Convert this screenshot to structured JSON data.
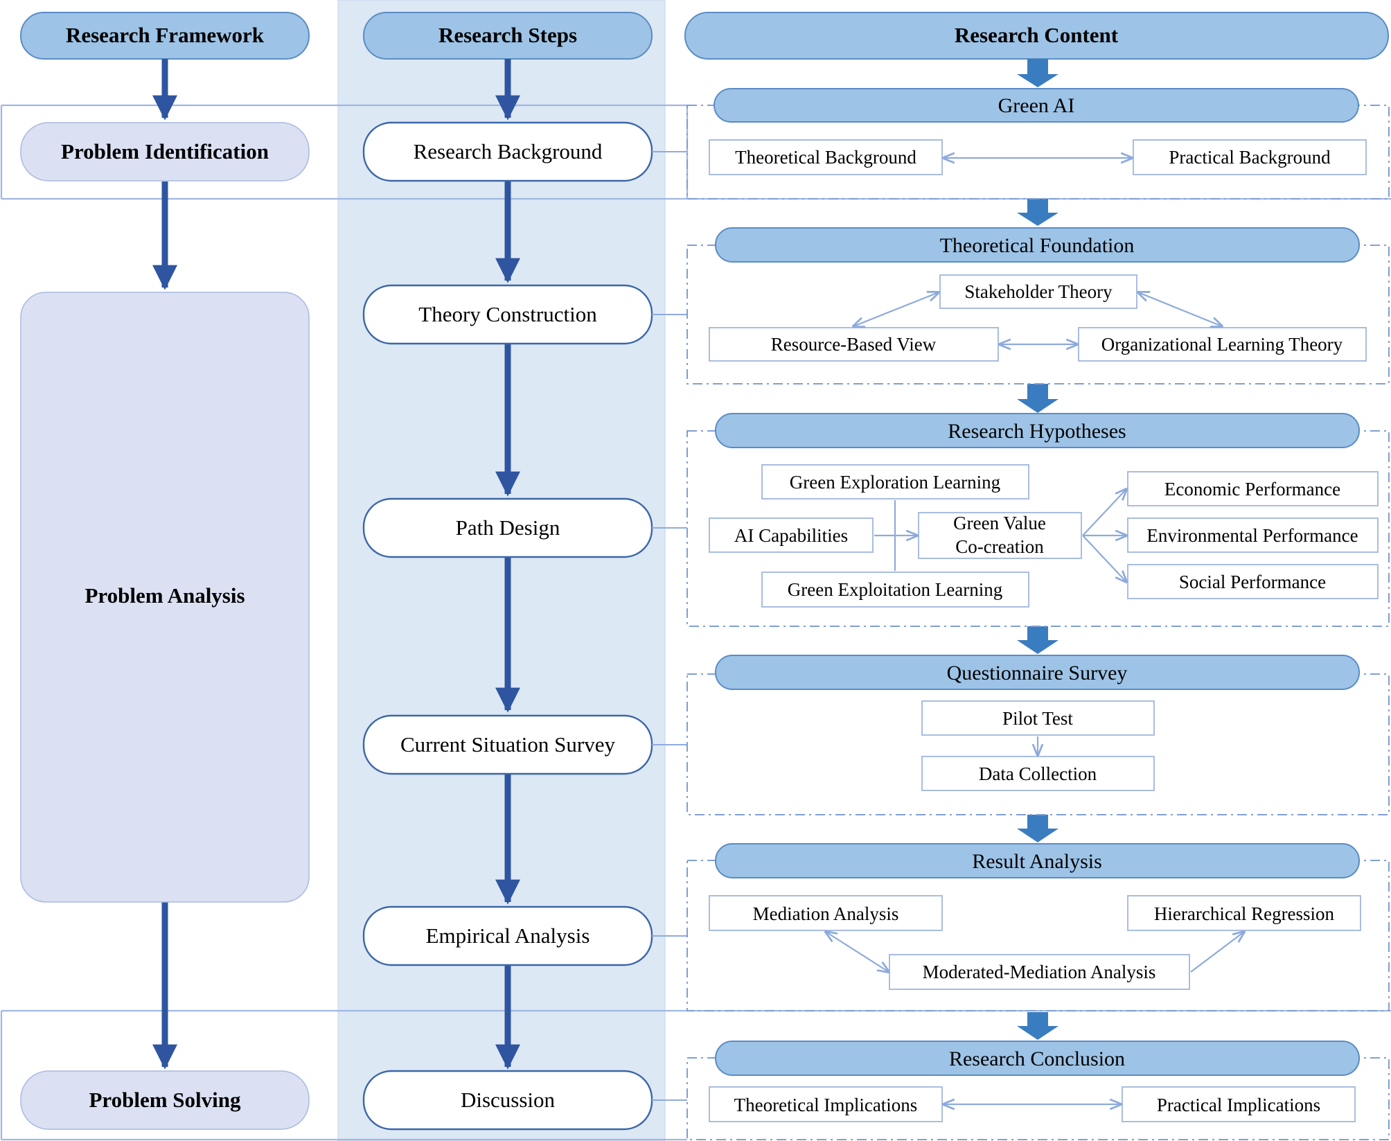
{
  "headers": {
    "framework": "Research Framework",
    "steps": "Research Steps",
    "content": "Research Content"
  },
  "framework": {
    "identification": "Problem Identification",
    "analysis": "Problem Analysis",
    "solving": "Problem Solving"
  },
  "steps": [
    "Research Background",
    "Theory Construction",
    "Path Design",
    "Current Situation Survey",
    "Empirical Analysis",
    "Discussion"
  ],
  "sections": {
    "green_ai": {
      "title": "Green AI",
      "boxes": [
        "Theoretical Background",
        "Practical Background"
      ]
    },
    "theory": {
      "title": "Theoretical Foundation",
      "boxes": [
        "Stakeholder Theory",
        "Resource-Based View",
        "Organizational Learning Theory"
      ]
    },
    "hypotheses": {
      "title": "Research Hypotheses",
      "exploration": "Green Exploration Learning",
      "exploitation": "Green Exploitation Learning",
      "ai": "AI Capabilities",
      "gvc_line1": "Green Value",
      "gvc_line2": "Co-creation",
      "economic": "Economic Performance",
      "environmental": "Environmental Performance",
      "social": "Social Performance"
    },
    "survey": {
      "title": "Questionnaire Survey",
      "boxes": [
        "Pilot Test",
        "Data Collection"
      ]
    },
    "result": {
      "title": "Result Analysis",
      "boxes": [
        "Mediation Analysis",
        "Hierarchical Regression",
        "Moderated-Mediation Analysis"
      ]
    },
    "conclusion": {
      "title": "Research Conclusion",
      "boxes": [
        "Theoretical Implications",
        "Practical Implications"
      ]
    }
  },
  "colors": {
    "header_fill": "#9dc3e6",
    "framework_fill": "#dbe1f3",
    "steps_band": "#dde8f5",
    "arrow_dark": "#2f55a0",
    "arrow_block": "#3a7cc0",
    "connector": "#8eaadc"
  }
}
